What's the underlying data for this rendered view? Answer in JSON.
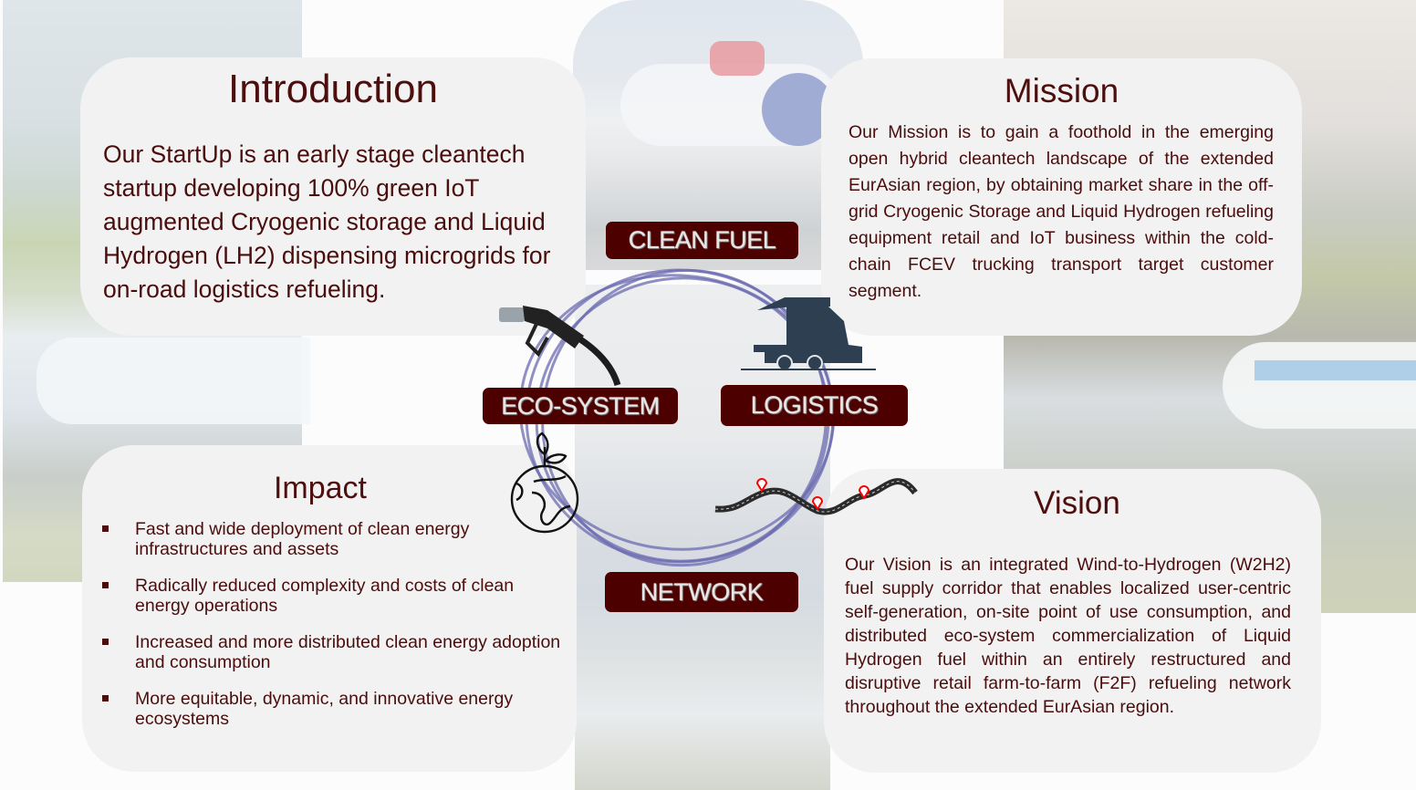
{
  "slide": {
    "colors": {
      "accent": "#4d0000",
      "text": "#4a0d0d",
      "card_bg": "#f2f2f2",
      "ring": "#6b6bb0",
      "pin": "#ff0000",
      "truck": "#2e3f52"
    },
    "introduction": {
      "title": "Introduction",
      "body": "Our StartUp is an early stage cleantech startup developing 100% green IoT augmented Cryogenic storage and Liquid Hydrogen (LH2) dispensing microgrids for on-road logistics refueling."
    },
    "mission": {
      "title": "Mission",
      "body": "Our Mission is to gain a foothold in the emerging open hybrid cleantech landscape of the extended EurAsian region, by obtaining  market share in the off-grid Cryogenic Storage and Liquid Hydrogen refueling equipment retail and IoT business within the cold-chain FCEV trucking transport target customer segment."
    },
    "impact": {
      "title": "Impact",
      "items": [
        "Fast and wide deployment of clean energy infrastructures and assets",
        "Radically reduced complexity and costs of clean energy operations",
        "Increased and more distributed clean energy adoption and consumption",
        "More equitable, dynamic, and innovative energy ecosystems"
      ]
    },
    "vision": {
      "title": "Vision",
      "body": "Our Vision is an integrated Wind-to-Hydrogen (W2H2) fuel supply corridor that enables localized user-centric self-generation, on-site point of use consumption, and distributed eco-system commercialization of Liquid Hydrogen fuel within an entirely restructured and disruptive retail farm-to-farm (F2F) refueling network throughout the extended EurAsian region."
    },
    "cycle_labels": {
      "clean_fuel": "CLEAN FUEL",
      "eco_system": "ECO-SYSTEM",
      "logistics": "LOGISTICS",
      "network": "NETWORK"
    },
    "icons": {
      "fuel_nozzle": "fuel-nozzle-icon",
      "truck": "truck-icon",
      "globe_sprout": "globe-sprout-icon",
      "road_pins": "road-route-icon",
      "cycle_ring": "cycle-ring"
    }
  }
}
